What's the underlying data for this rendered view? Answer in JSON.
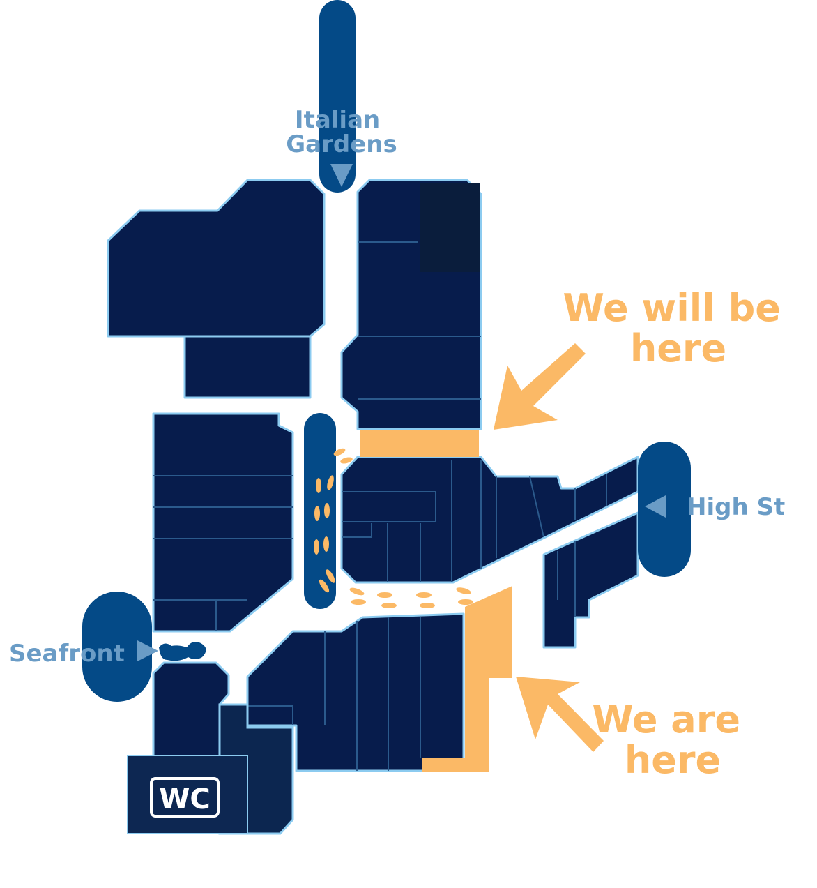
{
  "colors": {
    "unit": "#071c4c",
    "path": "#044a87",
    "highlight": "#fbb966",
    "label": "#6a9cc6",
    "outline": "#8ccbf0"
  },
  "labels": {
    "north": [
      "Italian",
      "Gardens"
    ],
    "east": "High St",
    "west": "Seafront",
    "future": [
      "We will be",
      "here"
    ],
    "current": [
      "We are",
      "here"
    ],
    "toilet": "WC"
  }
}
